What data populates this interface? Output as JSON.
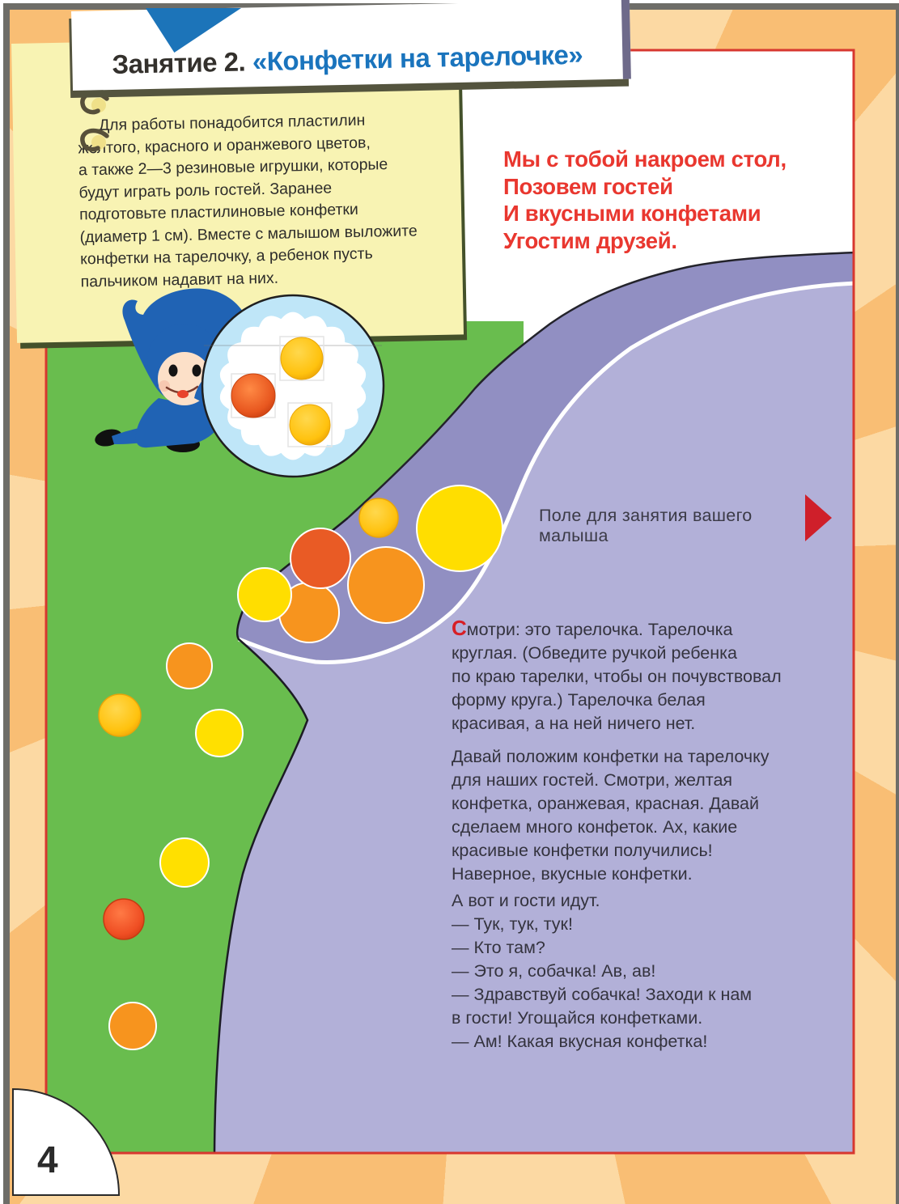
{
  "page": {
    "number": "4",
    "title": {
      "lesson": "Занятие 2.",
      "name": "«Конфетки на тарелочке»"
    },
    "note": {
      "text": "Для работы понадобится пластилин\nжелтого, красного и оранжевого цветов,\nа также 2—3 резиновые игрушки, которые\nбудут играть роль гостей. Заранее\nподготовьте пластилиновые конфетки\n(диаметр 1 см). Вместе с малышом выложите\nконфетки на тарелочку, а ребенок пусть\nпальчиком надавит на них."
    },
    "poem": {
      "text": "Мы с тобой накроем стол,\nПозовем гостей\nИ вкусными конфетами\nУгостим друзей."
    },
    "field_label": "Поле для занятия вашего малыша",
    "body": {
      "p1_lead": "С",
      "p1_rest": "мотри: это тарелочка. Тарелочка\nкруглая. (Обведите ручкой ребенка\nпо краю тарелки, чтобы он почувствовал\nформу круга.) Тарелочка белая\nкрасивая, а на ней ничего нет.",
      "p2": "Давай положим конфетки на тарелочку\nдля наших гостей. Смотри, желтая\nконфетка, оранжевая, красная. Давай\nсделаем много конфеток. Ах, какие\nкрасивые конфетки получились!\nНаверное, вкусные конфетки.",
      "p3": "А вот и гости идут.\n— Тук, тук, тук!\n— Кто там?\n— Это я, собачка! Ав, ав!\n— Здравствуй собачка! Заходи к нам\nв гости! Угощайся конфетками.\n— Ам! Какая вкусная конфетка!"
    },
    "illustrations": {
      "gnome_icon": "blue-gnome-with-plate",
      "plate_icon": "white-scalloped-plate",
      "candy_colors_on_plate": [
        "gold",
        "orange-red",
        "gold"
      ],
      "candy_colors_in_pocket": [
        "yellow",
        "orange-red",
        "gold",
        "orange",
        "orange",
        "yellow"
      ],
      "candy_colors_on_green": [
        "orange",
        "gold",
        "yellow",
        "yellow",
        "red-orange",
        "orange"
      ],
      "arrow_icon": "red-right-arrow",
      "bookmark_icon": "blue-triangle-bookmark",
      "binding_icon": "spiral-binding-rings"
    },
    "colors": {
      "accent_red": "#e9372f",
      "title_blue": "#1a74bd",
      "border_red": "#d7372f",
      "green": "#69bd4e",
      "purple_dark": "#918fc2",
      "purple_light": "#b2b0d8",
      "note_yellow": "#f8f3b3",
      "frame_orange_light": "#fcd9a3",
      "frame_orange_dark": "#f9be74",
      "plate_blue": "#bfe6f8"
    }
  }
}
